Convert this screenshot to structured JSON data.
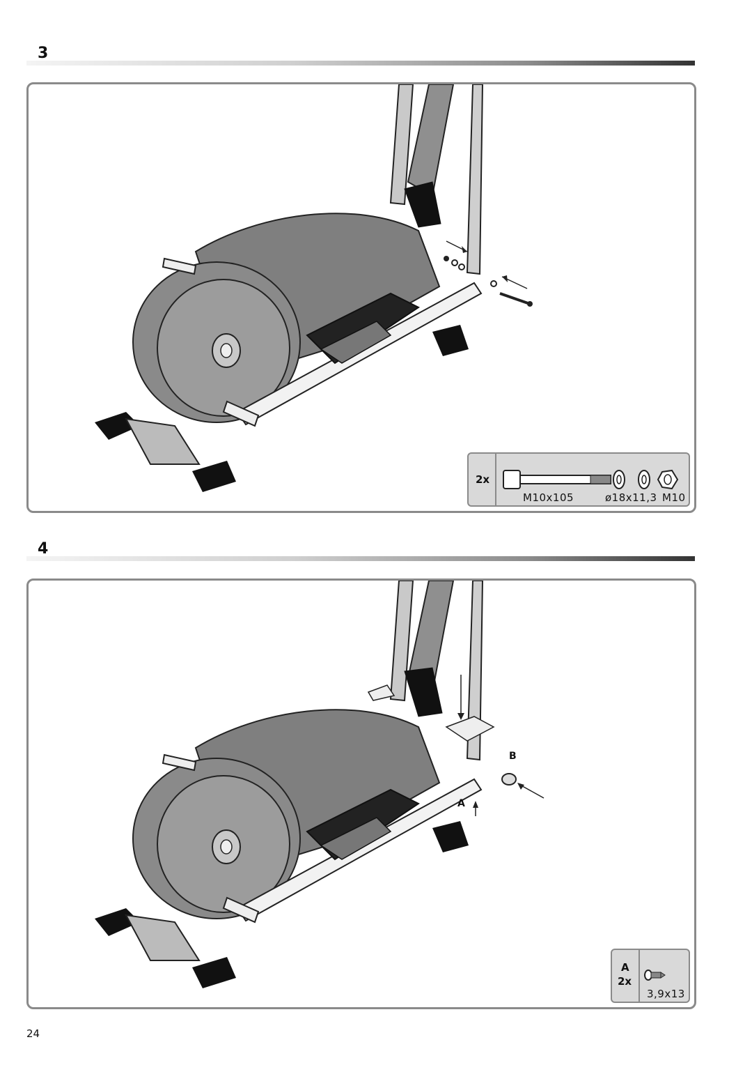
{
  "steps": [
    {
      "number": "3",
      "parts": {
        "quantity": "2x",
        "bolt_label": "M10x105",
        "washer_label": "ø18x11,3",
        "nut_label": "M10"
      }
    },
    {
      "number": "4",
      "callouts": {
        "a": "A",
        "b": "B"
      },
      "parts": {
        "letter": "A",
        "quantity": "2x",
        "screw_label": "3,9x13"
      }
    }
  ],
  "page_number": "24"
}
